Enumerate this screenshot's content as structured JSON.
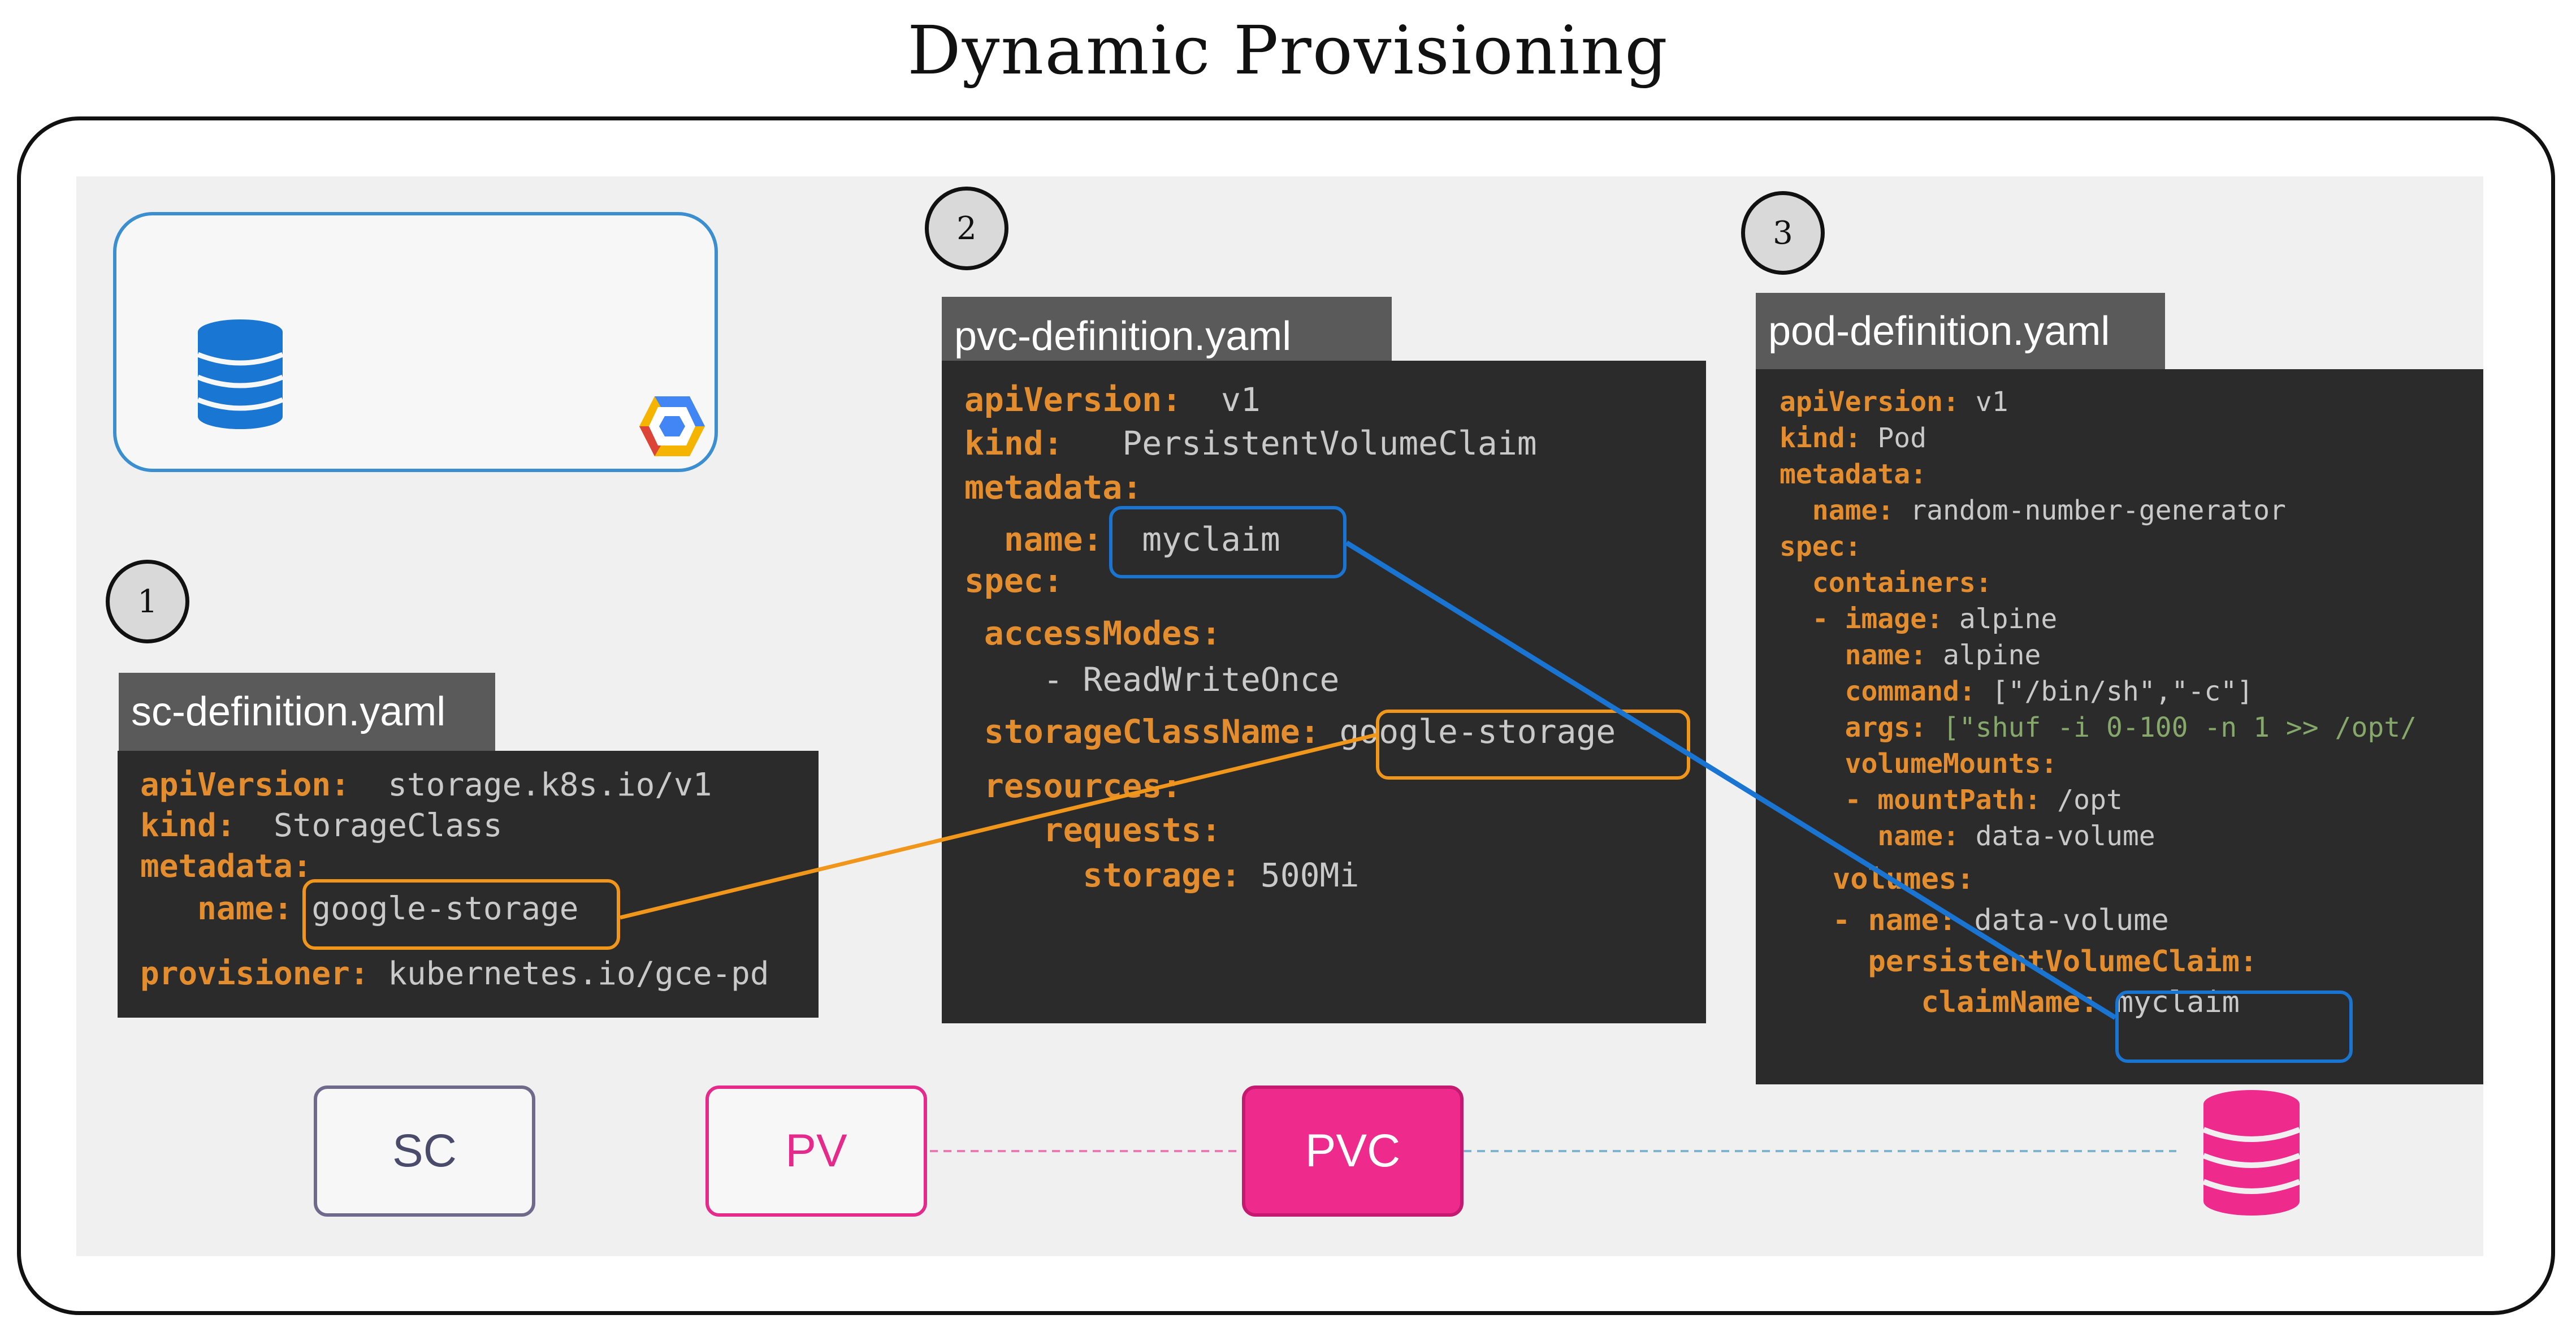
{
  "title": "Dynamic Provisioning",
  "steps": [
    "1",
    "2",
    "3"
  ],
  "icons": {
    "database": "database-icon",
    "gcp": "google-cloud-icon",
    "pink_database": "database-icon"
  },
  "colors": {
    "orange_highlight": "#f0961b",
    "blue_highlight": "#1a74d1",
    "pink": "#ee2a8c",
    "yaml_key": "#e38d2e"
  },
  "sc_file": {
    "label": "sc-definition.yaml",
    "lines": [
      {
        "key": "apiVersion:",
        "value": "  storage.k8s.io/v1"
      },
      {
        "key": "kind:",
        "value": "  StorageClass"
      },
      {
        "key": "metadata:",
        "value": ""
      },
      {
        "key": "   name:",
        "value": " google-storage"
      },
      {
        "key": "provisioner:",
        "value": " kubernetes.io/gce-pd"
      }
    ]
  },
  "pvc_file": {
    "label": "pvc-definition.yaml",
    "lines": [
      {
        "key": "apiVersion:",
        "value": "  v1"
      },
      {
        "key": "kind:",
        "value": "   PersistentVolumeClaim"
      },
      {
        "key": "metadata:",
        "value": ""
      },
      {
        "key": "  name:",
        "value": "  myclaim"
      },
      {
        "key": "spec:",
        "value": ""
      },
      {
        "key": " accessModes:",
        "value": ""
      },
      {
        "key": "",
        "value": "    - ReadWriteOnce"
      },
      {
        "key": " storageClassName:",
        "value": " google-storage"
      },
      {
        "key": " resources:",
        "value": ""
      },
      {
        "key": "    requests:",
        "value": ""
      },
      {
        "key": "      storage:",
        "value": " 500Mi"
      }
    ]
  },
  "pod_file": {
    "label": "pod-definition.yaml",
    "lines": [
      {
        "key": "apiVersion:",
        "value": " v1"
      },
      {
        "key": "kind:",
        "value": " Pod"
      },
      {
        "key": "metadata:",
        "value": ""
      },
      {
        "key": "  name:",
        "value": " random-number-generator"
      },
      {
        "key": "spec:",
        "value": ""
      },
      {
        "key": "  containers:",
        "value": ""
      },
      {
        "key": "  - image:",
        "value": " alpine"
      },
      {
        "key": "    name:",
        "value": " alpine"
      },
      {
        "key": "    command:",
        "value": " [\"/bin/sh\",\"-c\"]"
      },
      {
        "key": "    args:",
        "value": " [\"shuf -i 0-100 -n 1 >> /opt/"
      },
      {
        "key": "    volumeMounts:",
        "value": ""
      },
      {
        "key": "    - mountPath:",
        "value": " /opt"
      },
      {
        "key": "      name:",
        "value": " data-volume"
      },
      {
        "key": "   volumes:",
        "value": ""
      },
      {
        "key": "   - name:",
        "value": " data-volume"
      },
      {
        "key": "     persistentVolumeClaim:",
        "value": ""
      },
      {
        "key": "        claimName:",
        "value": " myclaim"
      }
    ]
  },
  "legend": {
    "sc": "SC",
    "pv": "PV",
    "pvc": "PVC"
  }
}
